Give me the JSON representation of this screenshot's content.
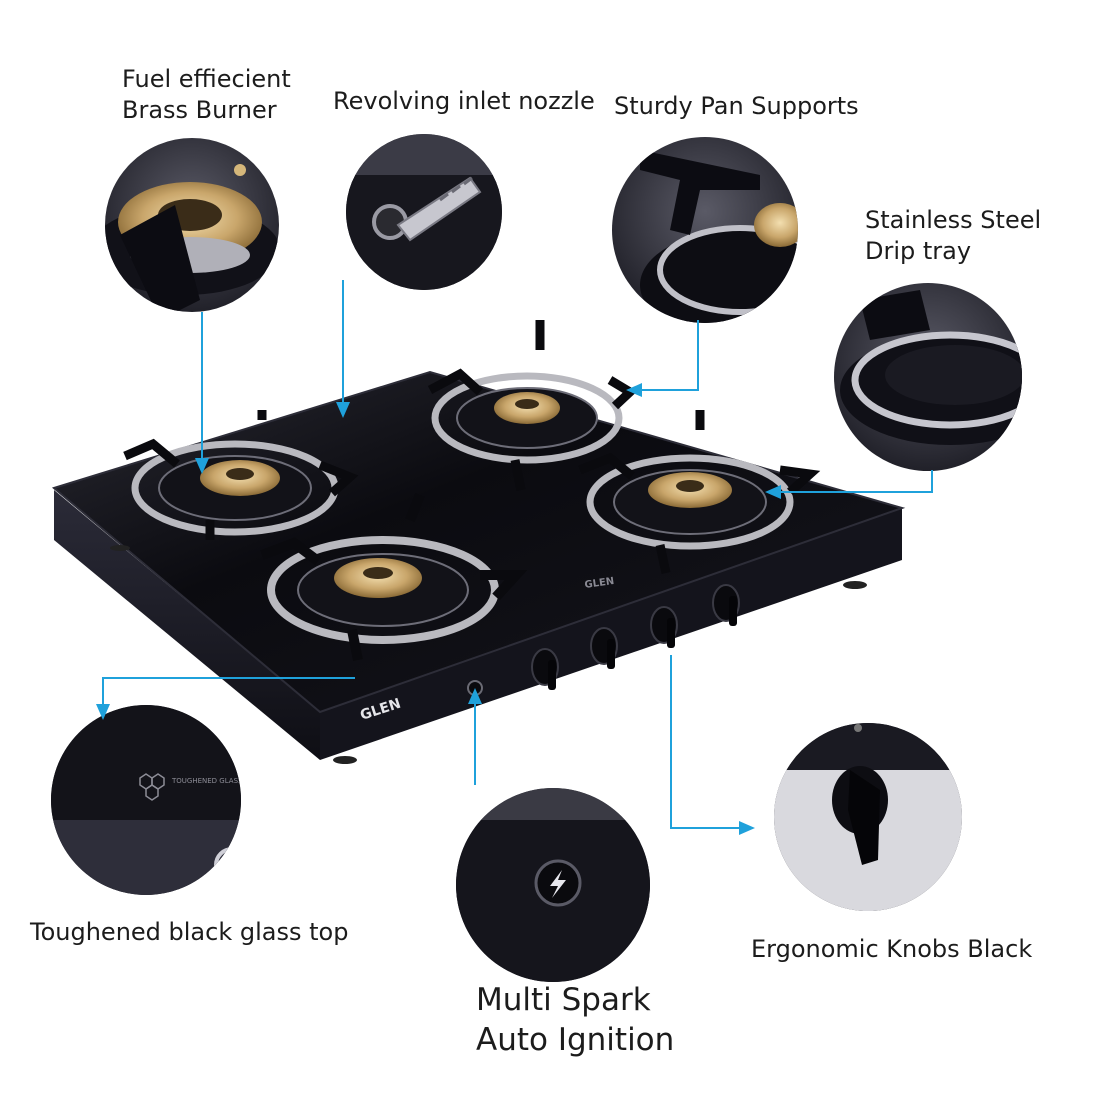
{
  "brand": "GLEN",
  "glass_badge": "TOUGHENED GLASS",
  "features": {
    "brass_burner": "Fuel effiecient\nBrass Burner",
    "inlet_nozzle": "Revolving inlet nozzle",
    "pan_supports": "Sturdy Pan Supports",
    "drip_tray": "Stainless Steel\nDrip tray",
    "glass_top": "Toughened black glass top",
    "ignition": "Multi Spark\nAuto Ignition",
    "knobs": "Ergonomic Knobs Black"
  },
  "colors": {
    "glass": "#0b0b10",
    "frame": "#1a1a24",
    "brass": "#c9a66b",
    "steel": "#b9b9bf",
    "arrow": "#1fa1db"
  }
}
